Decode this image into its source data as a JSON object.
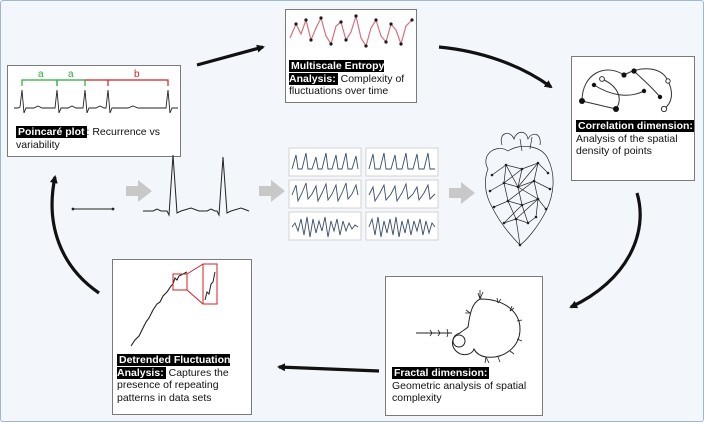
{
  "poincare": {
    "title": "Poincaré plot",
    "desc": ": Recurrence vs variability",
    "interval_a": "a",
    "interval_b": "b"
  },
  "entropy": {
    "title": "Multiscale Entropy Analysis:",
    "desc": " Complexity of fluctuations over time"
  },
  "correlation": {
    "title": "Correlation dimension:",
    "desc": " Analysis of the spatial density of points"
  },
  "fractal": {
    "title": "Fractal dimension:",
    "desc": "Geometric analysis of spatial complexity"
  },
  "dfa": {
    "title": "Detrended Fluctuation Analysis:",
    "desc": " Captures the presence of repeating patterns in data sets"
  },
  "colors": {
    "green": "#2bab3f",
    "red": "#d22020",
    "entropy_line": "#d4727e",
    "panel": "#3b4d6b",
    "arrow_gray": "#c8c8c8"
  }
}
